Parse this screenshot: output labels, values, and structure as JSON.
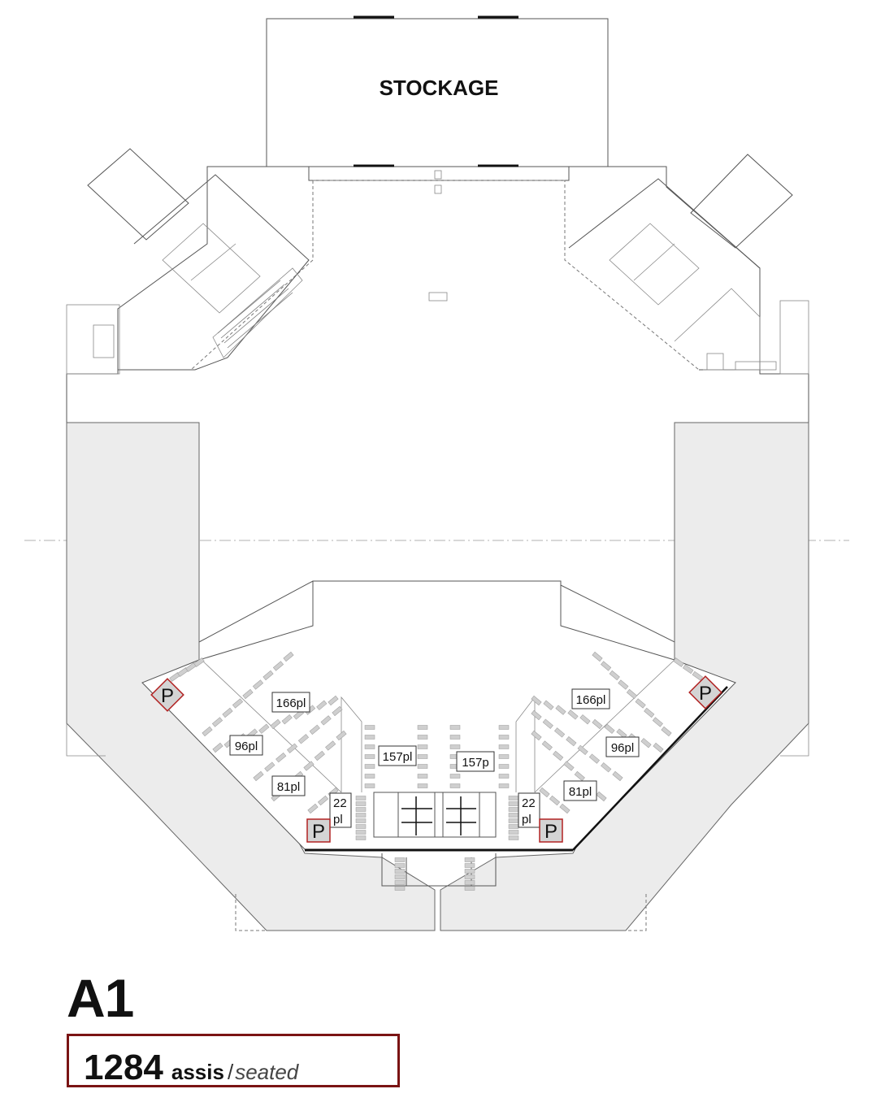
{
  "plan": {
    "room_label": "STOCKAGE",
    "sections": [
      {
        "id": "left-166",
        "label": "166pl"
      },
      {
        "id": "left-96",
        "label": "96pl"
      },
      {
        "id": "left-81",
        "label": "81pl"
      },
      {
        "id": "left-22",
        "label": "22\npl"
      },
      {
        "id": "center-left-157",
        "label": "157pl"
      },
      {
        "id": "center-right-157",
        "label": "157p"
      },
      {
        "id": "right-166",
        "label": "166pl"
      },
      {
        "id": "right-96",
        "label": "96pl"
      },
      {
        "id": "right-81",
        "label": "81pl"
      },
      {
        "id": "right-22",
        "label": "22\npl"
      }
    ],
    "parking_symbol": "P"
  },
  "title": "A1",
  "capacity": {
    "number": "1284",
    "label_fr": "assis",
    "separator": "/",
    "label_en": "seated"
  }
}
